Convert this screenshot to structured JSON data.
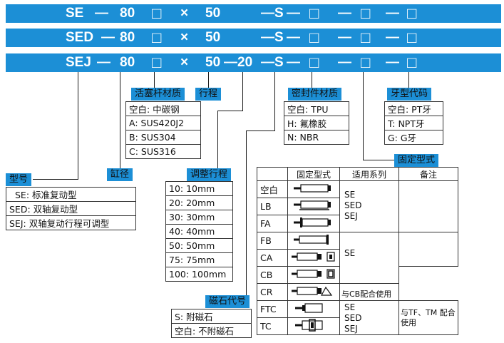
{
  "code_rows": [
    [
      "SE",
      "—",
      "80",
      "□",
      "×",
      "50",
      "",
      "—S",
      "—",
      "□",
      "—",
      "□",
      "—",
      "□"
    ],
    [
      "SED",
      "—",
      "80",
      "□",
      "×",
      "50",
      "",
      "—S",
      "—",
      "□",
      "—",
      "□",
      "—",
      "□"
    ],
    [
      "SEJ",
      "—",
      "80",
      "□",
      "×",
      "50",
      "—20",
      "—S",
      "—",
      "□",
      "—",
      "□",
      "—",
      "□"
    ]
  ],
  "labels": {
    "model": "型号",
    "bore": "缸径",
    "rod_material": "活塞杆材质",
    "stroke": "行程",
    "adjust_stroke": "调整行程",
    "magnet_code": "磁石代号",
    "seal_material": "密封件材质",
    "mount_type": "固定型式",
    "thread_code": "牙型代码"
  },
  "model_options": [
    "SE: 标准复动型",
    "SED: 双轴复动型",
    "SEJ: 双轴复动行程可调型"
  ],
  "rod_material_options": [
    "空白: 中碳钢",
    "A: SUS420J2",
    "B: SUS304",
    "C: SUS316"
  ],
  "adjust_stroke_options": [
    "10: 10mm",
    "20: 20mm",
    "30: 30mm",
    "40: 40mm",
    "50: 50mm",
    "75: 75mm",
    "100: 100mm"
  ],
  "magnet_options": [
    "S: 附磁石",
    "空白: 不附磁石"
  ],
  "seal_options": [
    "空白: TPU",
    "H: 氟橡胶",
    "N: NBR"
  ],
  "thread_options": [
    "空白: PT牙",
    "T: NPT牙",
    "G: G牙"
  ],
  "mount_table": {
    "headers": [
      "固定型式",
      "适用系列",
      "备注"
    ],
    "rows": [
      "空白",
      "LB",
      "FA",
      "FB",
      "CA",
      "CB",
      "CR",
      "FTC",
      "TC"
    ],
    "series_group_1": [
      "SE",
      "SED",
      "SEJ"
    ],
    "series_group_2": [
      "SE"
    ],
    "series_group_3": [
      "SE",
      "SED",
      "SEJ"
    ],
    "note_cr": "与CB配合使用",
    "note_ftc_tc": "与TF、TM 配合使用"
  },
  "colors": {
    "bar_blue": "#1c8fd6"
  }
}
